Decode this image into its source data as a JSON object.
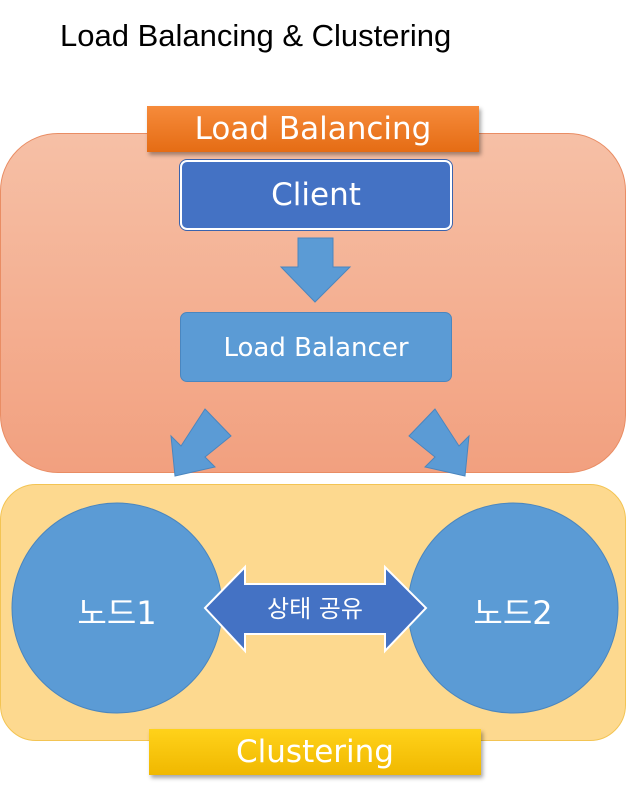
{
  "title": "Load Balancing & Clustering",
  "load_balancing": {
    "tag": "Load Balancing",
    "client_label": "Client",
    "balancer_label": "Load Balancer"
  },
  "clustering": {
    "tag": "Clustering",
    "node1_label": "노드1",
    "node2_label": "노드2",
    "share_label": "상태 공유"
  },
  "colors": {
    "lb_region_fill": "#f4ad8c",
    "cluster_region_fill": "#fdd98f",
    "lb_tag": "#ed7d31",
    "cluster_tag": "#ffc000",
    "client_box": "#4472c4",
    "balancer_box": "#5b9bd5",
    "node": "#5b9bd5",
    "share_arrow": "#4472c4"
  }
}
